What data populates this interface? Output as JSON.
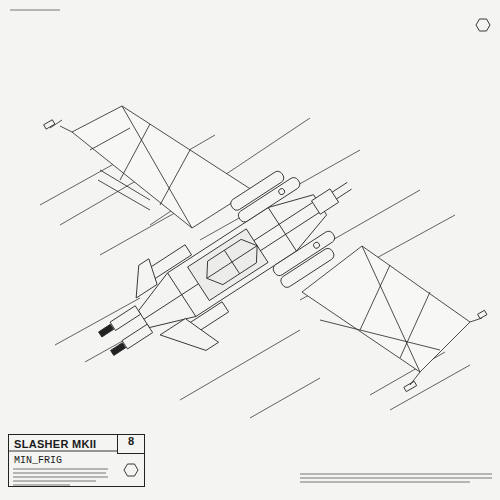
{
  "diagram": {
    "nodes": [
      {
        "text": [
          "SLASHER MKII",
          "MIN_FRIG"
        ]
      },
      {
        "text": [
          "8"
        ]
      }
    ]
  }
}
